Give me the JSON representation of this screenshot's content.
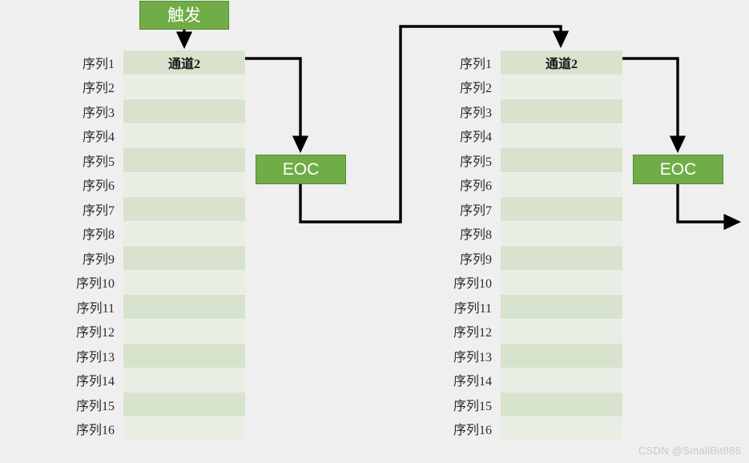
{
  "background_color": "#efefef",
  "theme": {
    "box_fill": "#70ad47",
    "box_border": "#56893a",
    "box_text": "#ffffff",
    "row_odd_fill": "#d7e3cd",
    "row_even_fill": "#e9eee5",
    "wire_color": "#000000",
    "label_text": "#2b2b2b"
  },
  "nodes": {
    "trigger": {
      "label": "触发"
    },
    "eoc_left": {
      "label": "EOC"
    },
    "eoc_right": {
      "label": "EOC"
    }
  },
  "tables": [
    {
      "id": "channel-table-left",
      "header": "通道2",
      "row_labels": [
        "序列1",
        "序列2",
        "序列3",
        "序列4",
        "序列5",
        "序列6",
        "序列7",
        "序列8",
        "序列9",
        "序列10",
        "序列11",
        "序列12",
        "序列13",
        "序列14",
        "序列15",
        "序列16"
      ],
      "cells": [
        "通道2",
        "",
        "",
        "",
        "",
        "",
        "",
        "",
        "",
        "",
        "",
        "",
        "",
        "",
        "",
        ""
      ]
    },
    {
      "id": "channel-table-right",
      "header": "通道2",
      "row_labels": [
        "序列1",
        "序列2",
        "序列3",
        "序列4",
        "序列5",
        "序列6",
        "序列7",
        "序列8",
        "序列9",
        "序列10",
        "序列11",
        "序列12",
        "序列13",
        "序列14",
        "序列15",
        "序列16"
      ],
      "cells": [
        "通道2",
        "",
        "",
        "",
        "",
        "",
        "",
        "",
        "",
        "",
        "",
        "",
        "",
        "",
        "",
        ""
      ]
    }
  ],
  "connectors": [
    {
      "name": "trigger-to-table-left",
      "from": "trigger",
      "to": "channel-table-left-header"
    },
    {
      "name": "table-left-to-eoc-left",
      "from": "channel-table-left-row1",
      "to": "eoc_left"
    },
    {
      "name": "eoc-left-to-table-right",
      "from": "eoc_left",
      "to": "channel-table-right-header"
    },
    {
      "name": "table-right-to-eoc-right",
      "from": "channel-table-right-row1",
      "to": "eoc_right"
    },
    {
      "name": "eoc-right-output",
      "from": "eoc_right",
      "to": "output"
    }
  ],
  "watermark": {
    "text": "CSDN @SmallBit886"
  }
}
